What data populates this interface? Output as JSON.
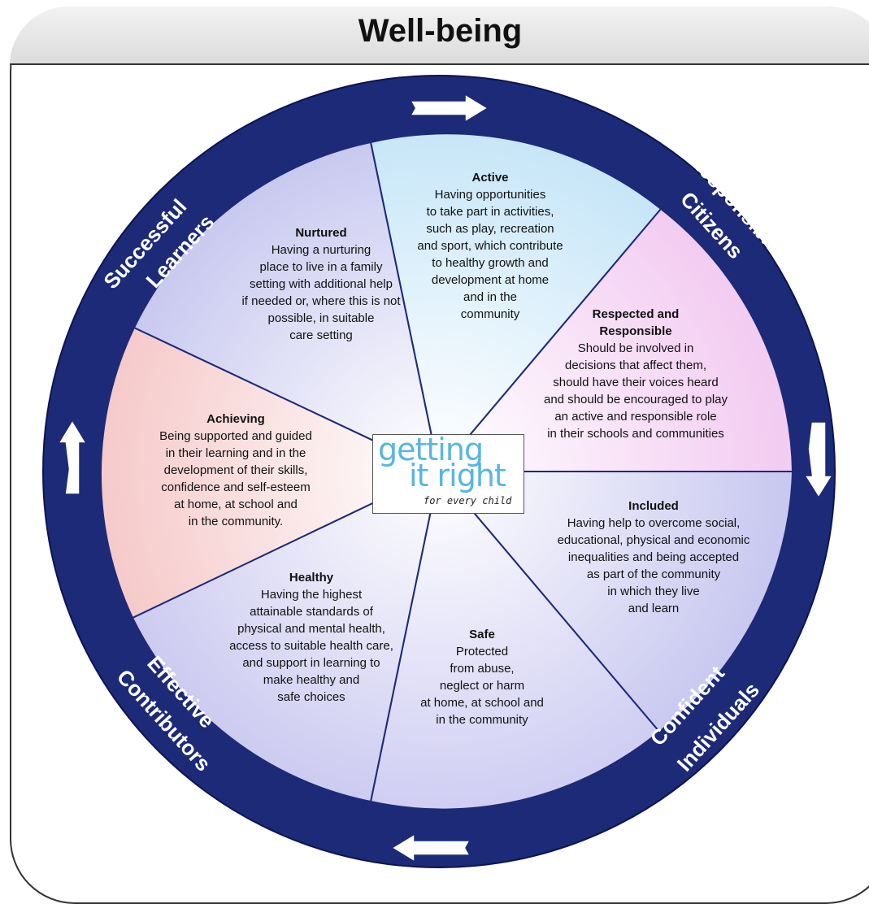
{
  "title": "Well-being",
  "ring_labels": {
    "successful_learners": [
      "Successful",
      "Learners"
    ],
    "responsible_citizens": [
      "Responsible",
      "Citizens"
    ],
    "confident_individuals": [
      "Confident",
      "Individuals"
    ],
    "effective_contributors": [
      "Effective",
      "Contributors"
    ]
  },
  "segments": {
    "active": {
      "heading": "Active",
      "body": "Having opportunities\nto take part in activities,\nsuch as play, recreation\nand sport, which contribute\nto healthy growth and\ndevelopment at home\nand in the\ncommunity"
    },
    "respected": {
      "heading": "Respected and\nResponsible",
      "body": "Should be involved in\ndecisions that affect them,\nshould have their voices heard\nand should be encouraged to play\nan active and responsible role\nin their schools and communities"
    },
    "included": {
      "heading": "Included",
      "body": "Having help to overcome social,\neducational, physical and economic\ninequalities and being accepted\nas part of the community\nin which they live\nand learn"
    },
    "safe": {
      "heading": "Safe",
      "body": "Protected\nfrom abuse,\nneglect or harm\nat home, at school and\nin the community"
    },
    "healthy": {
      "heading": "Healthy",
      "body": "Having the highest\nattainable standards of\nphysical and mental health,\naccess to suitable health care,\nand support in learning to\nmake healthy and\nsafe  choices"
    },
    "achieving": {
      "heading": "Achieving",
      "body": "Being supported and guided\nin their learning and in the\ndevelopment of their skills,\nconfidence and self-esteem\nat home, at school and\nin the community."
    },
    "nurtured": {
      "heading": "Nurtured",
      "body": "Having a nurturing\nplace to live in a family\nsetting with additional help\nif needed or, where this is not\npossible, in suitable\ncare setting"
    }
  },
  "logo": {
    "line1": "getting",
    "line2": "it right",
    "line3": "for every child"
  },
  "colors": {
    "ring": "#1c2a78",
    "border": "#333333",
    "logo_text": "#58b6e3"
  }
}
